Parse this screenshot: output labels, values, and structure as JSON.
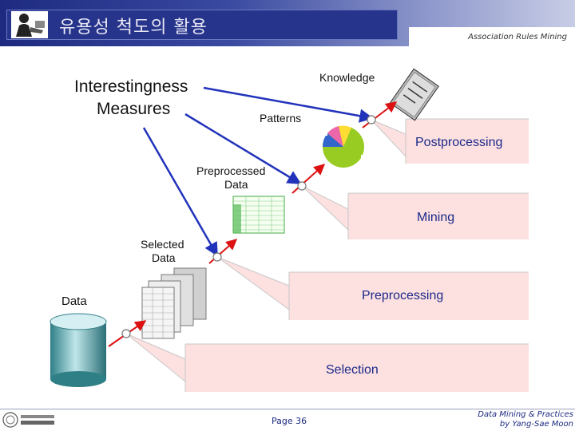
{
  "header": {
    "title": "유용성 척도의 활용",
    "subtitle": "Association Rules Mining"
  },
  "diagram": {
    "interestingness_line1": "Interestingness",
    "interestingness_line2": "Measures",
    "knowledge": "Knowledge",
    "patterns": "Patterns",
    "preprocessed_line1": "Preprocessed",
    "preprocessed_line2": "Data",
    "selected_line1": "Selected",
    "selected_line2": "Data",
    "data": "Data",
    "steps": {
      "postprocessing": "Postprocessing",
      "mining": "Mining",
      "preprocessing": "Preprocessing",
      "selection": "Selection"
    }
  },
  "footer": {
    "page": "Page 36",
    "credit_line1": "Data Mining & Practices",
    "credit_line2": "by Yang-Sae Moon"
  },
  "colors": {
    "header_blue": "#1d2a80",
    "step_fill": "#fde0e0",
    "arrow_blue": "#2233bb",
    "arrow_red": "#dd1111",
    "pie_green": "#99cc22",
    "pie_blue": "#3366cc",
    "pie_pink": "#ee66aa",
    "pie_yellow": "#ffdd33"
  }
}
